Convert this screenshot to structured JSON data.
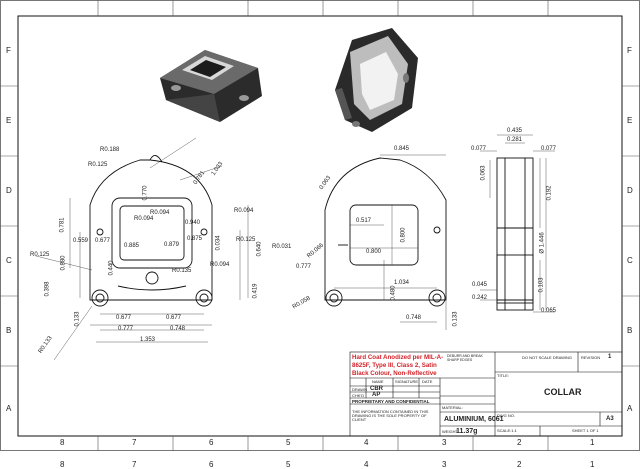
{
  "zones": {
    "columns": [
      "8",
      "7",
      "6",
      "5",
      "4",
      "3",
      "2",
      "1"
    ],
    "rows": [
      "F",
      "E",
      "D",
      "C",
      "B",
      "A"
    ]
  },
  "notes": {
    "finish": "Hard Coat Anodized per MIL-A-8625F, Type III, Class 2, Satin Black Colour, Non-Reflective",
    "deburr": "DEBURR AND BREAK SHARP EDGES",
    "do_not_scale": "DO NOT SCALE DRAWING",
    "proprietary_title": "PROPRIETARY AND CONFIDENTIAL",
    "proprietary_text": "THE INFORMATION CONTAINED IN THIS DRAWING IS THE SOLE PROPERTY OF CLIENT"
  },
  "title_block": {
    "name_header": "NAME",
    "signature_header": "SIGNATURE",
    "date_header": "DATE",
    "drawn_label": "DRAWN",
    "drawn_value": "CBR",
    "chkd_label": "CHK'D",
    "chkd_value": "AP",
    "material_label": "MATERIAL:",
    "material_value": "ALUMINIUM, 6061",
    "weight_label": "WEIGHT:",
    "weight_value": "11.37g",
    "revision_label": "REVISION",
    "revision_value": "1",
    "title_label": "TITLE:",
    "title_value": "COLLAR",
    "dwg_label": "DWG NO.",
    "size_value": "A3",
    "scale_label": "SCALE:1:1",
    "sheet_label": "SHEET 1 OF 1"
  },
  "dims_front": [
    "R0.188",
    "R0.125",
    "1.033",
    "0.781",
    "R0.094",
    "0.781",
    "0.770",
    "R0.094",
    "0.940",
    "0.640",
    "R0.125",
    "0.559",
    "0.677",
    "R0.094",
    "0.879",
    "0.034",
    "0.875",
    "0.885",
    "R0.125",
    "0.440",
    "0.880",
    "0.398",
    "R0.094",
    "R0.135",
    "R0.031",
    "0.419",
    "0.133",
    "0.677",
    "0.677",
    "0.777",
    "0.748",
    "1.353",
    "R0.133"
  ],
  "dims_rear": [
    "0.845",
    "0.063",
    "0.517",
    "0.800",
    "0.800",
    "0.480",
    "1.034",
    "0.777",
    "R0.066",
    "R0.058",
    "0.748",
    "0.133"
  ],
  "dims_side": [
    "0.435",
    "0.281",
    "0.077",
    "0.077",
    "0.063",
    "0.192",
    "Ø 1.446",
    "0.103",
    "0.045",
    "0.242",
    "0.065"
  ]
}
